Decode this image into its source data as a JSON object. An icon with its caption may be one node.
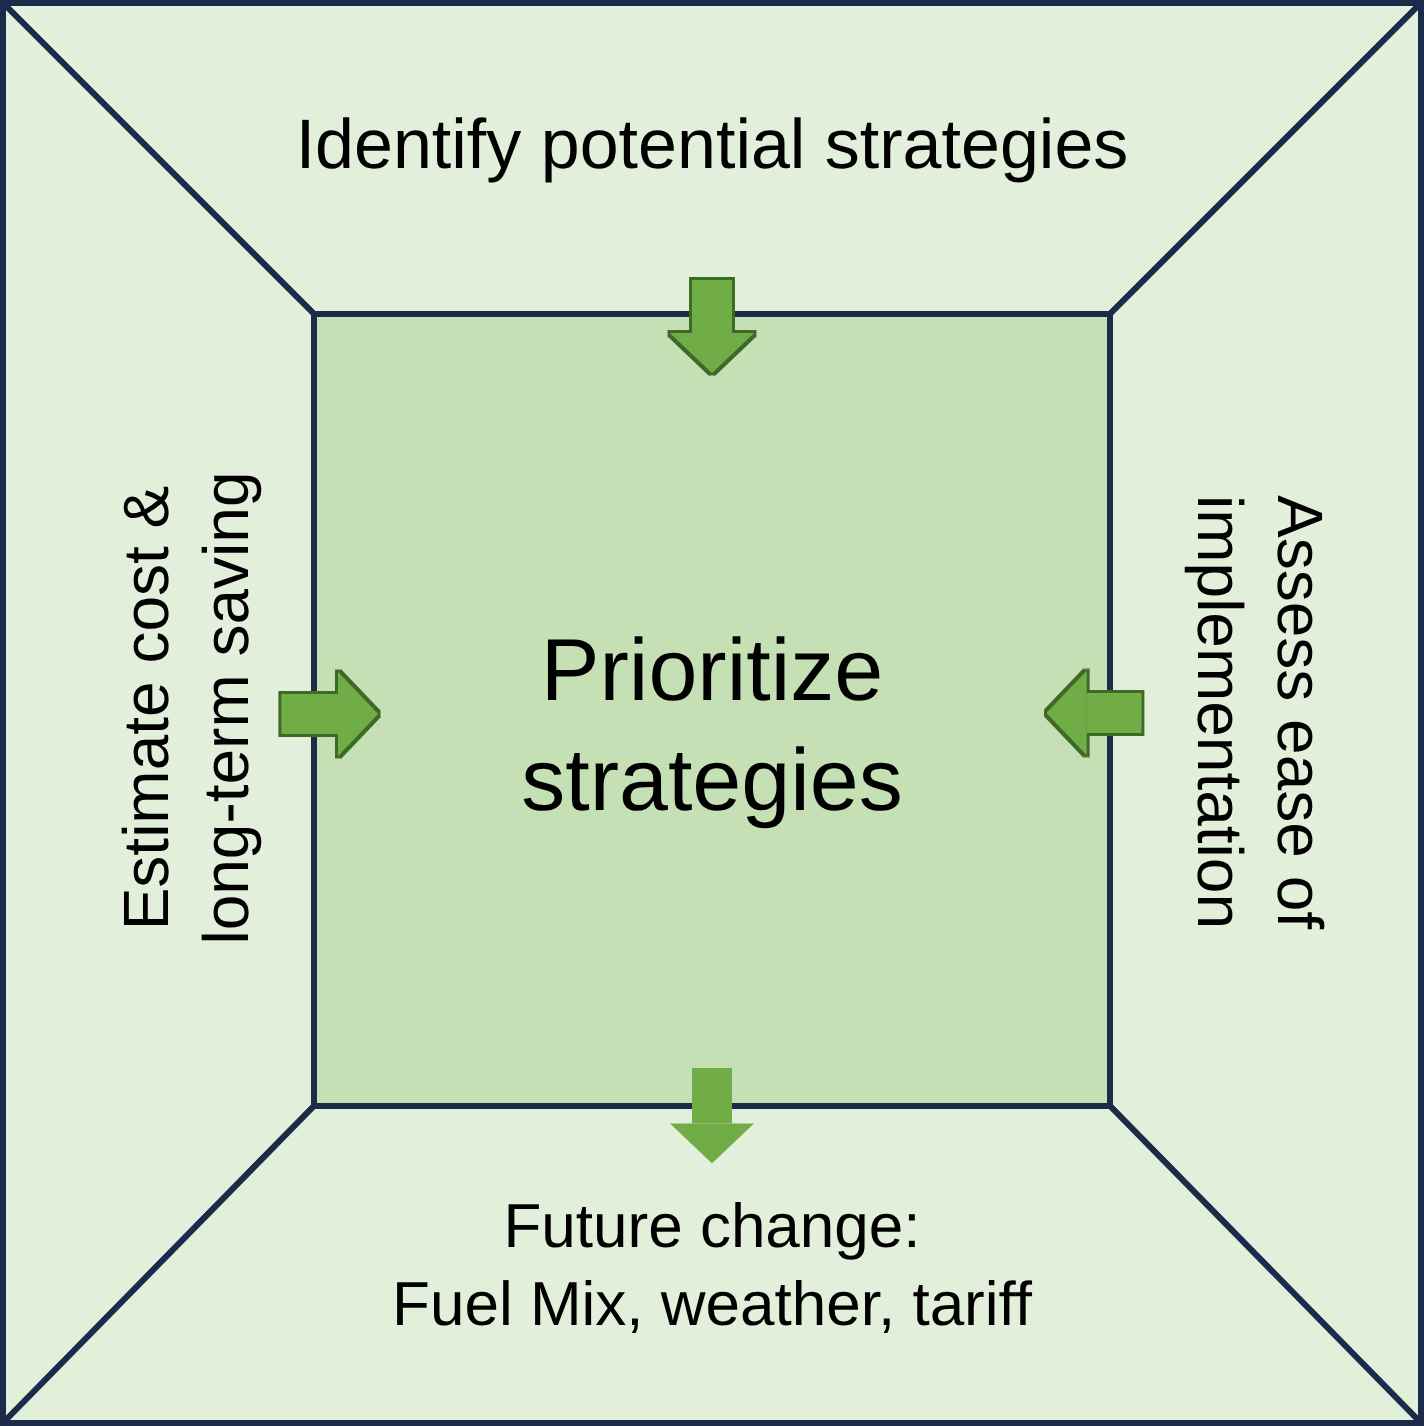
{
  "diagram": {
    "nodes": [
      {
        "text": [
          "Identify potential strategies"
        ]
      },
      {
        "text": [
          "Estimate cost & long-term saving"
        ]
      },
      {
        "text": [
          "Prioritize strategies"
        ]
      },
      {
        "text": [
          "Assess ease of implementation"
        ]
      },
      {
        "text": [
          "Future change:",
          "Fuel Mix, weather, tariff"
        ]
      }
    ],
    "edges": [
      {
        "from": 0,
        "to": 2,
        "arrow": "to"
      },
      {
        "from": 1,
        "to": 2,
        "arrow": "to"
      },
      {
        "from": 3,
        "to": 2,
        "arrow": "to"
      },
      {
        "from": 2,
        "to": 4,
        "arrow": "to"
      }
    ]
  }
}
